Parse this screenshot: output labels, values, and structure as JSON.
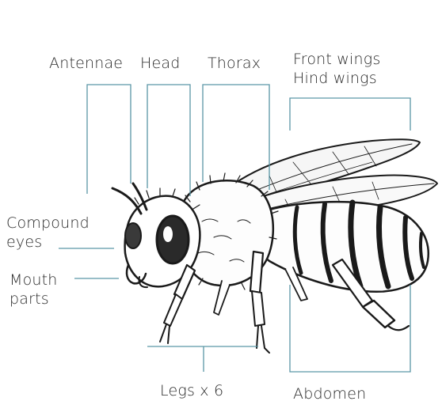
{
  "diagram": {
    "labels": {
      "antennae": "Antennae",
      "head": "Head",
      "thorax": "Thorax",
      "front_wings": "Front wings",
      "hind_wings": "Hind wings",
      "compound_eyes_line1": "Compound",
      "compound_eyes_line2": "eyes",
      "mouth_parts_line1": "Mouth",
      "mouth_parts_line2": "parts",
      "legs": "Legs x 6",
      "abdomen": "Abdomen"
    },
    "colors": {
      "leader_line": "#5a96a6",
      "ink": "#1a1a1a",
      "label_text": "#2a2a2a"
    }
  }
}
